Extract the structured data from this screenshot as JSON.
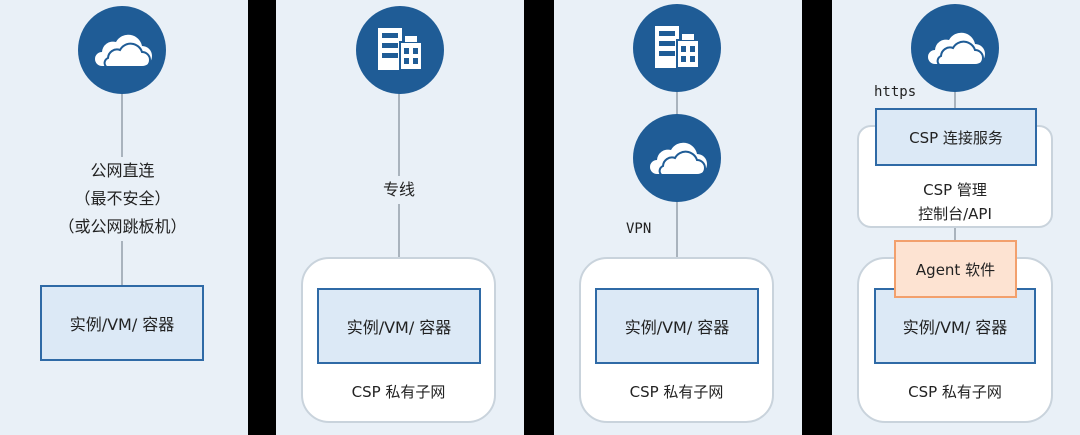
{
  "panel1": {
    "connection_label_line1": "公网直连",
    "connection_label_line2": "（最不安全）",
    "connection_label_line3": "（或公网跳板机）",
    "instance_label": "实例/VM/ 容器"
  },
  "panel2": {
    "connection_label": "专线",
    "instance_label": "实例/VM/ 容器",
    "subnet_label": "CSP 私有子网"
  },
  "panel3": {
    "connection_label": "VPN",
    "instance_label": "实例/VM/ 容器",
    "subnet_label": "CSP 私有子网"
  },
  "panel4": {
    "protocol_label": "https",
    "connector_label": "CSP 连接服务",
    "mgmt_label_line1": "CSP 管理",
    "mgmt_label_line2": "控制台/API",
    "agent_label": "Agent 软件",
    "instance_label": "实例/VM/ 容器",
    "subnet_label": "CSP 私有子网"
  },
  "colors": {
    "panel_bg": "#e9f0f7",
    "icon_circle": "#1f5c96",
    "instance_border": "#2f6aa6",
    "instance_fill": "#dce9f6",
    "agent_fill": "#fde3d2",
    "agent_border": "#f2a06d",
    "separator": "#000000"
  },
  "icons": [
    "cloud-icon",
    "building-icon"
  ]
}
